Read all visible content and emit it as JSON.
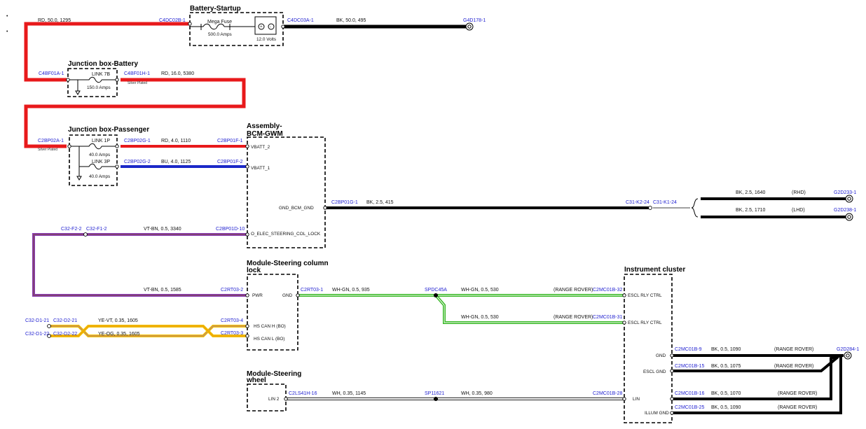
{
  "diagram": {
    "side_marks": [
      "•",
      "•"
    ],
    "components": {
      "battery_startup": {
        "title": "Battery-Startup",
        "fuse_label": "Mega Fuse",
        "fuse_rating": "500.0 Amps",
        "battery_rating": "12.0 Volts"
      },
      "junction_box_battery": {
        "title": "Junction box-Battery",
        "link_label": "LINK 7B",
        "link_rating": "150.0 Amps",
        "note": "Silver Plated"
      },
      "junction_box_passenger": {
        "title": "Junction box-Passenger",
        "link1_label": "LINK 1P",
        "link1_rating": "40.0 Amps",
        "link2_label": "LINK 3P",
        "link2_rating": "40.0 Amps",
        "note": "Silver Plated"
      },
      "bcm_gwm": {
        "title_line1": "Assembly-",
        "title_line2": "BCM-GWM",
        "pins": [
          "VBATT_2",
          "VBATT_1",
          "GND_BCM_GND",
          "O_ELEC_STEERING_COL_LOCK"
        ]
      },
      "steering_column_lock": {
        "title_line1": "Module-Steering column",
        "title_line2": "lock",
        "pins": [
          "PWR",
          "GND",
          "HS CAN H (BO)",
          "HS CAN L (BO)"
        ]
      },
      "steering_wheel": {
        "title_line1": "Module-Steering",
        "title_line2": "wheel",
        "pins": [
          "LIN 2"
        ]
      },
      "instrument_cluster": {
        "title": "Instrument cluster",
        "pins": [
          "ESCL RLY CTRL",
          "ESCL RLY CTRL",
          "GND",
          "ESCL GND",
          "LIN",
          "ILLUM GND"
        ]
      }
    },
    "connectors": {
      "c4dc02b": "C4DC02B-1",
      "c4dc03a": "C4DC03A-1",
      "g4d178": "G4D178-1",
      "c4bf01a": "C4BF01A-1",
      "c4bf01h": "C4BF01H-1",
      "c2bp02a": "C2BP02A-1",
      "c2bp02g1": "C2BP02G-1",
      "c2bp02g2": "C2BP02G-2",
      "c2bp01f1": "C2BP01F-1",
      "c2bp01f2": "C2BP01F-2",
      "c2bp01g": "C2BP01G-1",
      "c31k2": "C31-K2-24",
      "c31k1": "C31-K1-24",
      "g2d233": "G2D233-1",
      "g2d238": "G2D238-1",
      "c32f22": "C32-F2-2",
      "c32f12": "C32-F1-2",
      "c2bp01d": "C2BP01D-10",
      "c2rt032": "C2RT03-2",
      "c2rt031": "C2RT03-1",
      "spdc45a": "SPDC45A",
      "c2mc01b32": "C2MC01B-32",
      "c2mc01b31": "C2MC01B-31",
      "c32d121": "C32-D1-21",
      "c32d221": "C32-D2-21",
      "c32d122": "C32-D1-22",
      "c32d222": "C32-D2-22",
      "c2rt034": "C2RT03-4",
      "c2rt033": "C2RT03-3",
      "c2mc01b9": "C2MC01B-9",
      "c2mc01b15": "C2MC01B-15",
      "c2mc01b16": "C2MC01B-16",
      "c2mc01b25": "C2MC01B-25",
      "g2d284": "G2D284-1",
      "c2ls41h": "C2LS41H-16",
      "sp11621": "SP11621",
      "c2mc01b28": "C2MC01B-28"
    },
    "wires": {
      "w1295": "RD,  50.0,  1295",
      "w495": "BK,  50.0,  495",
      "w5380": "RD,  16.0,  5380",
      "w1110": "RD,  4.0,  1110",
      "w1125": "BU,  4.0,  1125",
      "w415": "BK,  2.5,  415",
      "w1640": "BK,  2.5,  1640",
      "w1640_var": "(RHD)",
      "w1710": "BK,  2.5,  1710",
      "w1710_var": "(LHD)",
      "w3340": "VT-BN,  0.5,  3340",
      "w1585": "VT-BN,  0.5,  1585",
      "w935": "WH-GN,  0.5,  935",
      "w530a": "WH-GN,  0.5,  530",
      "w530a_var": "(RANGE ROVER)",
      "w530b": "WH-GN,  0.5,  530",
      "w530b_var": "(RANGE ROVER)",
      "w1605a": "YE-VT,  0.35,  1605",
      "w1605b": "YE-OG,  0.35,  1605",
      "w1090a": "BK,  0.5,  1090",
      "w1090a_var": "(RANGE ROVER)",
      "w1075": "BK,  0.5,  1075",
      "w1075_var": "(RANGE ROVER)",
      "w1070": "BK,  0.5,  1070",
      "w1070_var": "(RANGE ROVER)",
      "w1090b": "BK,  0.5,  1090",
      "w1090b_var": "(RANGE ROVER)",
      "w1145": "WH,  0.35,  1145",
      "w980": "WH,  0.35,  980"
    },
    "colors": {
      "red": "#e8191b",
      "black": "#000000",
      "blue": "#1b28c8",
      "violet": "#8a3ab8",
      "violet_tracer": "#7a4a32",
      "green": "#38b826",
      "yellow": "#f0c000",
      "yellow_tracer": "#9a5cc0",
      "pin_text": "#1f1fd0"
    }
  }
}
